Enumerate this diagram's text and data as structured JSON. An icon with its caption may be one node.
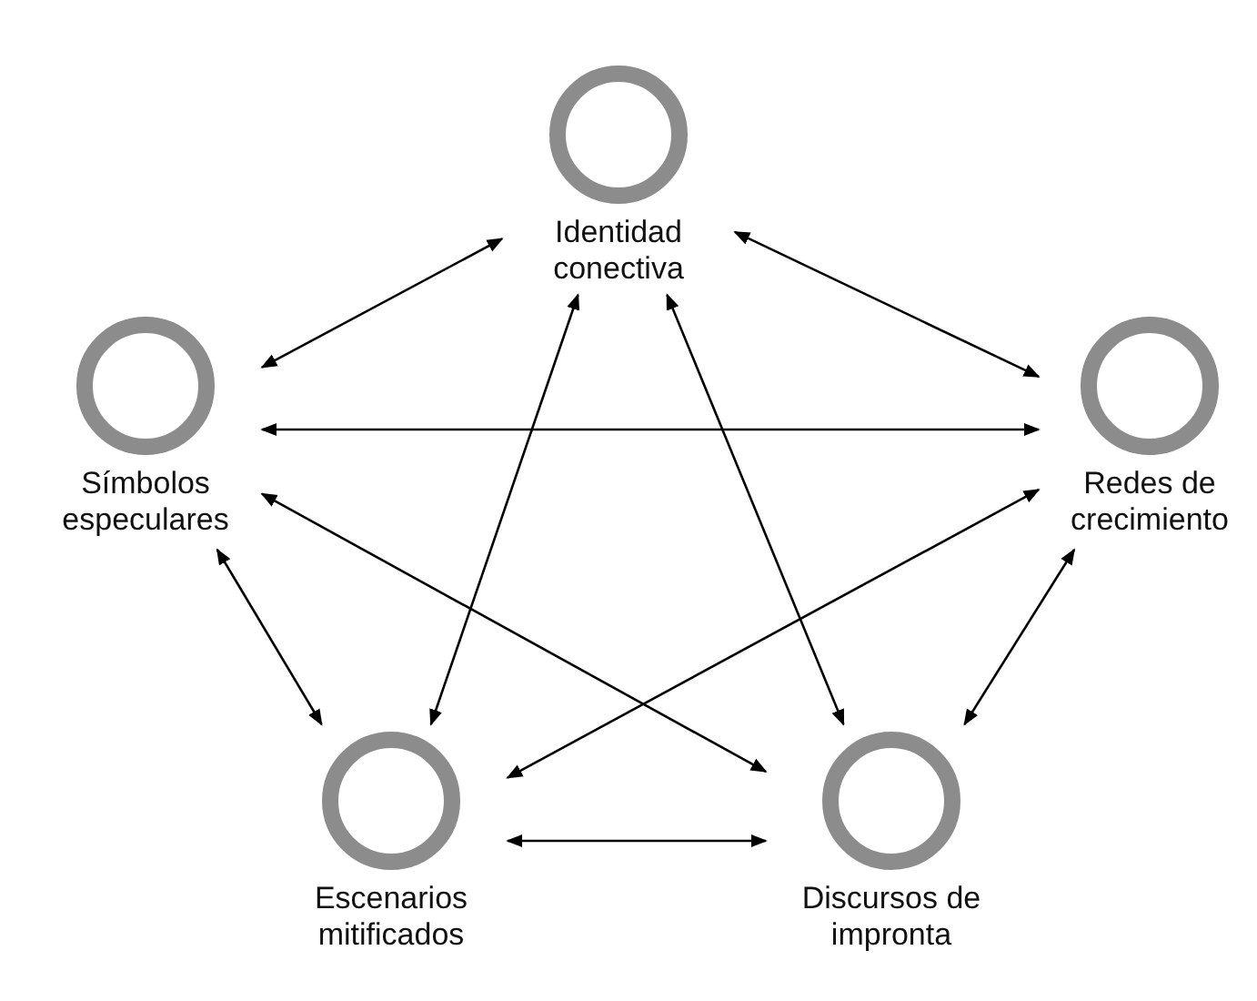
{
  "diagram": {
    "nodes": [
      {
        "text": [
          "Identidad conectiva"
        ]
      },
      {
        "text": [
          "Símbolos especulares"
        ]
      },
      {
        "text": [
          "Redes de crecimiento"
        ]
      },
      {
        "text": [
          "Escenarios mitificados"
        ]
      },
      {
        "text": [
          "Discursos de impronta"
        ]
      }
    ],
    "edges": [
      {
        "from": 0,
        "to": 1,
        "arrow": "both"
      },
      {
        "from": 0,
        "to": 2,
        "arrow": "both"
      },
      {
        "from": 1,
        "to": 2,
        "arrow": "both"
      },
      {
        "from": 0,
        "to": 3,
        "arrow": "both"
      },
      {
        "from": 0,
        "to": 4,
        "arrow": "both"
      },
      {
        "from": 1,
        "to": 4,
        "arrow": "both"
      },
      {
        "from": 2,
        "to": 3,
        "arrow": "both"
      },
      {
        "from": 1,
        "to": 3,
        "arrow": "both"
      },
      {
        "from": 2,
        "to": 4,
        "arrow": "both"
      },
      {
        "from": 3,
        "to": 4,
        "arrow": "both"
      }
    ]
  }
}
